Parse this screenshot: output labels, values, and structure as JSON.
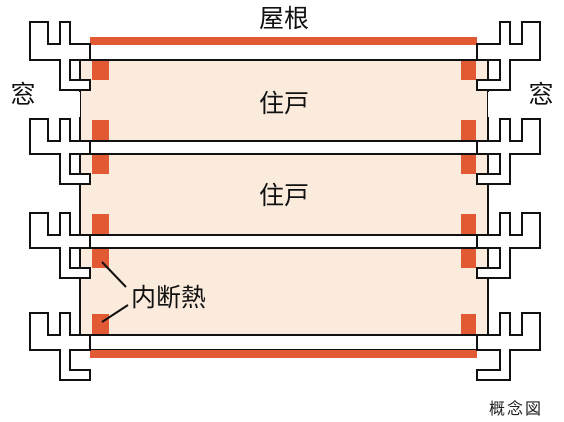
{
  "labels": {
    "roof": "屋根",
    "window_left": "窓",
    "window_right": "窓",
    "unit_top": "住戸",
    "unit_middle": "住戸",
    "internal_insulation": "内断熱",
    "caption": "概念図"
  },
  "colors": {
    "insulation": "#E25A34",
    "room_fill": "#FAEBDC",
    "outline": "#111111",
    "background": "#FFFFFF"
  }
}
